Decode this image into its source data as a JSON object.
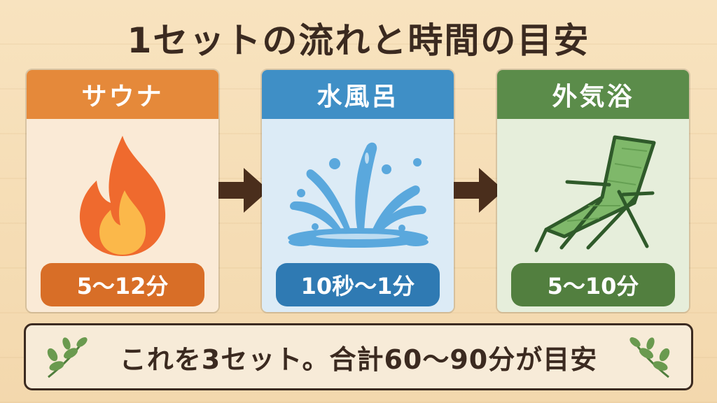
{
  "title": "1セットの流れと時間の目安",
  "steps": [
    {
      "label": "サウナ",
      "time": "5～12分",
      "icon": "flame-icon"
    },
    {
      "label": "水風呂",
      "time": "10秒～1分",
      "icon": "water-splash-icon"
    },
    {
      "label": "外気浴",
      "time": "5～10分",
      "icon": "lounge-chair-icon"
    }
  ],
  "summary": "これを3セット。合計60～90分が目安",
  "colors": {
    "sauna": "#e5893a",
    "water": "#3f8fc6",
    "air": "#5b8c4a",
    "text": "#3b2a20"
  }
}
